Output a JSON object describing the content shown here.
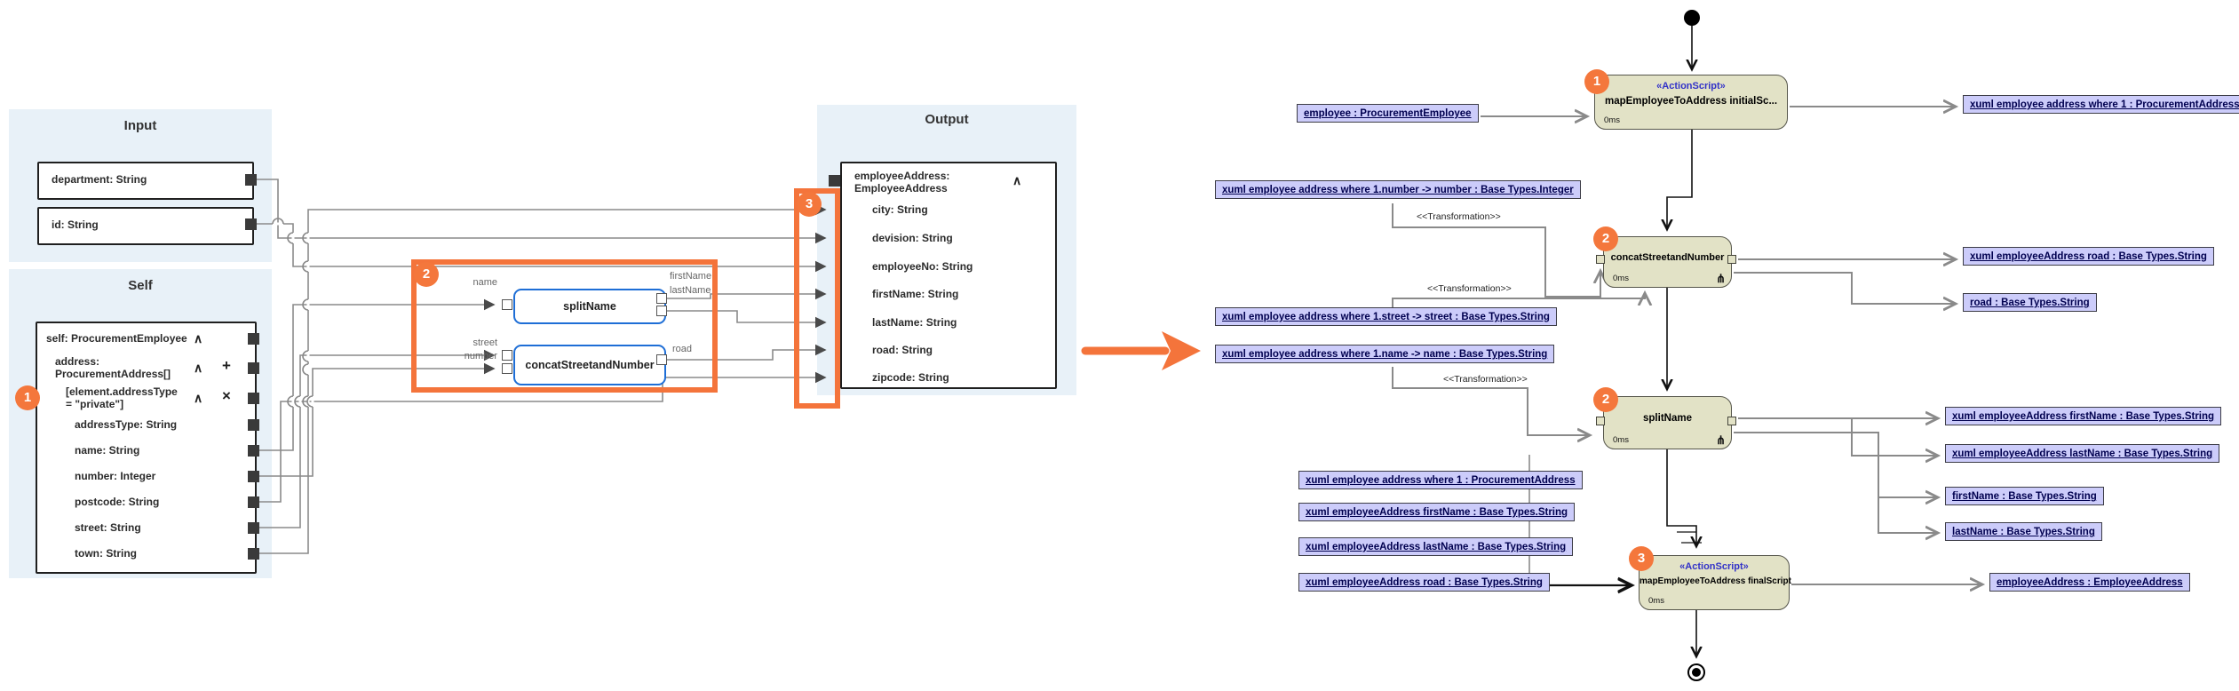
{
  "colors": {
    "panel_blue": "#e8f1f8",
    "accent_orange": "#f4743b",
    "badge_orange": "#f4773c",
    "function_border_blue": "#1e6ed6",
    "node_fill": "#e2e2c6",
    "object_label_fill": "#ccccfa",
    "object_label_text": "#00004f",
    "stereotype_blue": "#3232c8",
    "wire_gray": "#8a8a8a"
  },
  "icons": {
    "collapse": "∧",
    "add": "+",
    "remove": "×",
    "fork": "⋔"
  },
  "left": {
    "input": {
      "title": "Input",
      "fields": [
        "department: String",
        "id: String"
      ]
    },
    "self": {
      "title": "Self",
      "rows": {
        "root": "self: ProcurementEmployee",
        "address_l1": "address:",
        "address_l2": "ProcurementAddress[]",
        "filter_l1": "[element.addressType",
        "filter_l2": "= \"private\"]",
        "children": [
          "addressType: String",
          "name: String",
          "number: Integer",
          "postcode: String",
          "street: String",
          "town: String"
        ]
      }
    },
    "functions": {
      "split": {
        "name": "splitName",
        "in": "name",
        "out1": "firstName",
        "out2": "lastName"
      },
      "concat": {
        "name": "concatStreetandNumber",
        "in1": "street",
        "in2": "number",
        "out": "road"
      }
    },
    "output": {
      "title": "Output",
      "root_l1": "employeeAddress:",
      "root_l2": "EmployeeAddress",
      "fields": [
        "city: String",
        "devision: String",
        "employeeNo: String",
        "firstName: String",
        "lastName: String",
        "road: String",
        "zipcode: String"
      ]
    },
    "badges": {
      "b1": "1",
      "b2": "2",
      "b3": "3"
    }
  },
  "right": {
    "nodes": {
      "n1": {
        "stereotype": "«ActionScript»",
        "name": "mapEmployeeToAddress initialSc...",
        "duration": "0ms",
        "badge": "1"
      },
      "n2": {
        "name": "concatStreetandNumber",
        "duration": "0ms",
        "badge": "2"
      },
      "n3": {
        "name": "splitName",
        "duration": "0ms",
        "badge": "2"
      },
      "n4": {
        "stereotype": "«ActionScript»",
        "name": "mapEmployeeToAddress finalScript",
        "duration": "0ms",
        "badge": "3"
      }
    },
    "labels": {
      "employee_in": "employee : ProcurementEmployee",
      "addr_where1_top": "xuml employee address where 1 : ProcurementAddress",
      "number_tf": "xuml employee address where 1.number -> number : Base Types.Integer",
      "street_tf": "xuml employee address where 1.street -> street : Base Types.String",
      "name_tf": "xuml employee address where 1.name -> name : Base Types.String",
      "addr_where1_low": "xuml employee address where 1 : ProcurementAddress",
      "first_low": "xuml employeeAddress firstName : Base Types.String",
      "last_low": "xuml employeeAddress lastName : Base Types.String",
      "road_low": "xuml employeeAddress road : Base Types.String",
      "road_out": "xuml employeeAddress road : Base Types.String",
      "road_plain": "road : Base Types.String",
      "first_out": "xuml employeeAddress firstName : Base Types.String",
      "last_out": "xuml employeeAddress lastName : Base Types.String",
      "first_plain": "firstName : Base Types.String",
      "last_plain": "lastName : Base Types.String",
      "employee_out": "employeeAddress : EmployeeAddress"
    },
    "transformation_label": "<<Transformation>>"
  }
}
